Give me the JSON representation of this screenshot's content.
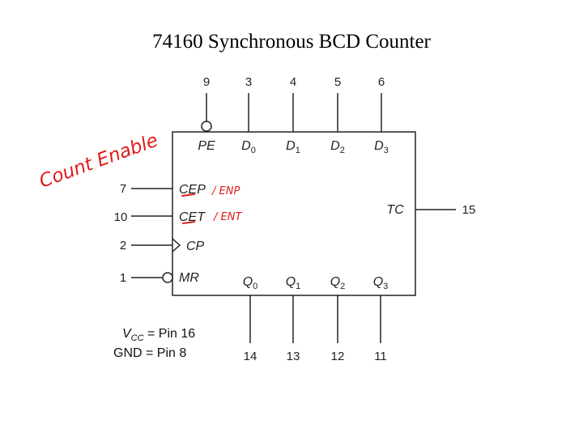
{
  "title": "74160 Synchronous BCD Counter",
  "chip": {
    "top_pins": [
      {
        "pin": "9",
        "label": "PE",
        "sub": "",
        "bubble": true
      },
      {
        "pin": "3",
        "label": "D",
        "sub": "0"
      },
      {
        "pin": "4",
        "label": "D",
        "sub": "1"
      },
      {
        "pin": "5",
        "label": "D",
        "sub": "2"
      },
      {
        "pin": "6",
        "label": "D",
        "sub": "3"
      }
    ],
    "left_pins": [
      {
        "pin": "7",
        "label": "CEP"
      },
      {
        "pin": "10",
        "label": "CET"
      },
      {
        "pin": "2",
        "label": "CP"
      },
      {
        "pin": "1",
        "label": "MR"
      }
    ],
    "right_pin": {
      "pin": "15",
      "label": "TC"
    },
    "bottom_pins": [
      {
        "pin": "14",
        "label": "Q",
        "sub": "0"
      },
      {
        "pin": "13",
        "label": "Q",
        "sub": "1"
      },
      {
        "pin": "12",
        "label": "Q",
        "sub": "2"
      },
      {
        "pin": "11",
        "label": "Q",
        "sub": "3"
      }
    ]
  },
  "notes": {
    "vcc_label": "V",
    "vcc_sub": "CC",
    "vcc_value": " = Pin 16",
    "gnd": "GND = Pin 8"
  },
  "annotations": {
    "count_enable": "Count Enable",
    "cep_alias": "/ ENP",
    "cet_alias": "/ ENT"
  },
  "colors": {
    "ink": "#222222",
    "handwriting": "#e01b1b"
  }
}
